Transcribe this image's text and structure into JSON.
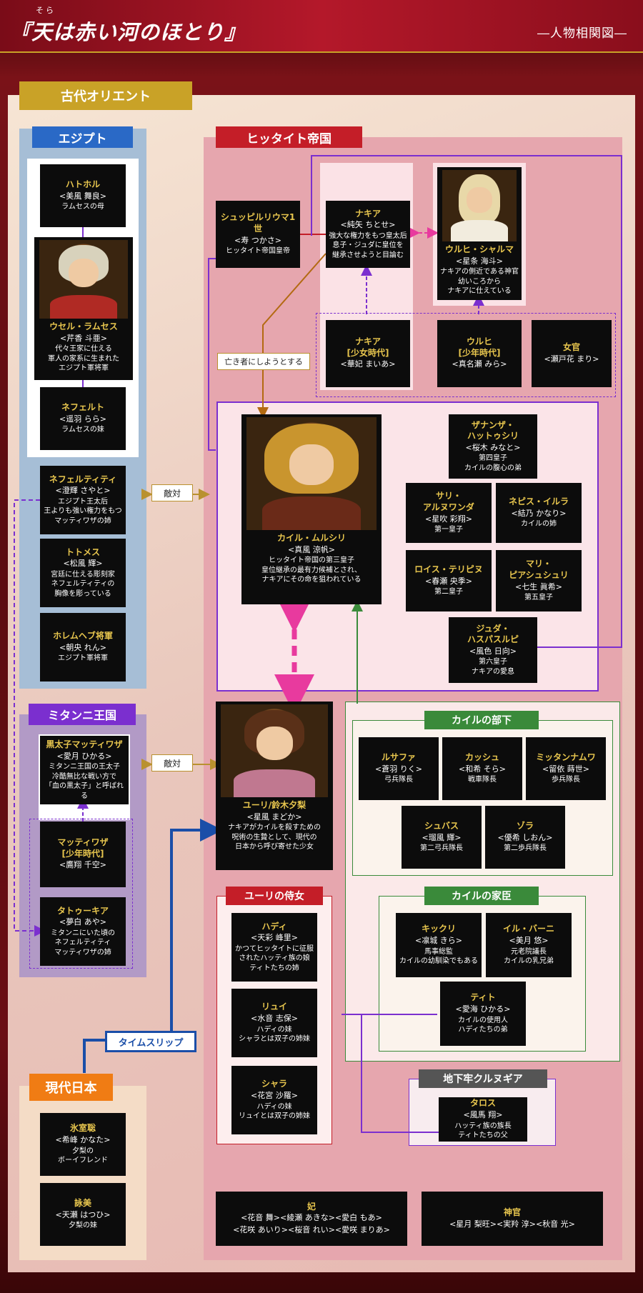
{
  "header": {
    "ruby": "そら",
    "title": "『天は赤い河のほとり』",
    "subtitle": "―人物相関図―"
  },
  "regions": {
    "ancient": "古代オリエント",
    "egypt": "エジプト",
    "hittite": "ヒッタイト帝国",
    "mitanni": "ミタンニ王国",
    "kail_men": "カイルの部下",
    "kail_vassals": "カイルの家臣",
    "yuri_maids": "ユーリの侍女",
    "dungeon": "地下牢クルヌギア",
    "modern": "現代日本"
  },
  "labels": {
    "enemy1": "敵対",
    "enemy2": "敵対",
    "kill": "亡き者にしようとする",
    "timeslip": "タイムスリップ"
  },
  "colors": {
    "accent_gold": "#e8c64e",
    "card": "#0c0c0c",
    "purple": "#7b2fcf",
    "pink": "#e83a9e",
    "green": "#3a8a3a",
    "blue": "#1a4ea8",
    "orange": "#b36a12",
    "red": "#c41e28"
  },
  "people": {
    "hathor": {
      "name": "ハトホル",
      "actor": "<美風 舞良>",
      "desc": "ラムセスの母"
    },
    "ramses": {
      "name": "ウセル・ラムセス",
      "actor": "<芹香 斗亜>",
      "desc": "代々王家に仕える\n軍人の家系に生まれた\nエジプト軍将軍"
    },
    "nefert": {
      "name": "ネフェルト",
      "actor": "<遥羽 らら>",
      "desc": "ラムセスの妹"
    },
    "nefertiti": {
      "name": "ネフェルティティ",
      "actor": "<澄輝 さやと>",
      "desc": "エジプト王太后\n王よりも強い権力をもつ\nマッティワザの姉"
    },
    "thutmose": {
      "name": "トトメス",
      "actor": "<松風 輝>",
      "desc": "宮廷に仕える彫刻家\nネフェルティティの\n胸像を彫っている"
    },
    "horemheb": {
      "name": "ホレムヘブ将軍",
      "actor": "<朝央 れん>",
      "desc": "エジプト軍将軍"
    },
    "mattiwaza": {
      "name": "黒太子マッティワザ",
      "actor": "<愛月 ひかる>",
      "desc": "ミタンニ王国の王太子\n冷酷無比な戦い方で\n「血の黒太子」と呼ばれる"
    },
    "mattiwaza_young": {
      "name": "マッティワザ\n[少年時代]",
      "actor": "<鷹翔 千空>",
      "desc": ""
    },
    "tatukhia": {
      "name": "タトゥーキア",
      "actor": "<夢白 あや>",
      "desc": "ミタンニにいた頃の\nネフェルティティ\nマッティワザの姉"
    },
    "suppiluliuma": {
      "name": "シュッピルリウマ1世",
      "actor": "<寿 つかさ>",
      "desc": "ヒッタイト帝国皇帝"
    },
    "nakia": {
      "name": "ナキア",
      "actor": "<純矢 ちとせ>",
      "desc": "強大な権力をもつ皇太后\n息子・ジュダに皇位を\n継承させようと目論む"
    },
    "urhi": {
      "name": "ウルヒ・シャルマ",
      "actor": "<星条 海斗>",
      "desc": "ナキアの側近である神官\n幼いころから\nナキアに仕えている"
    },
    "nakia_young": {
      "name": "ナキア\n[少女時代]",
      "actor": "<華妃 まいあ>",
      "desc": ""
    },
    "urhi_young": {
      "name": "ウルヒ\n[少年時代]",
      "actor": "<真名瀬 みら>",
      "desc": ""
    },
    "nyokan": {
      "name": "女官",
      "actor": "<瀬戸花 まり>",
      "desc": ""
    },
    "kail": {
      "name": "カイル・ムルシリ",
      "actor": "<真風 涼帆>",
      "desc": "ヒッタイト帝国の第三皇子\n皇位継承の最有力候補とされ、\nナキアにその命を狙われている"
    },
    "zananza": {
      "name": "ザナンザ・\nハットゥシリ",
      "actor": "<桜木 みなと>",
      "desc": "第四皇子\nカイルの腹心の弟"
    },
    "sari": {
      "name": "サリ・\nアルヌワンダ",
      "actor": "<星吹 彩翔>",
      "desc": "第一皇子"
    },
    "nebes": {
      "name": "ネピス・イルラ",
      "actor": "<結乃 かなり>",
      "desc": "カイルの姉"
    },
    "lois": {
      "name": "ロイス・テリピヌ",
      "actor": "<春瀬 央季>",
      "desc": "第二皇子"
    },
    "mari": {
      "name": "マリ・\nピアシュシュリ",
      "actor": "<七生 眞希>",
      "desc": "第五皇子"
    },
    "juda": {
      "name": "ジュダ・\nハスパスルピ",
      "actor": "<風色 日向>",
      "desc": "第六皇子\nナキアの愛息"
    },
    "yuri": {
      "name": "ユーリ/鈴木夕梨",
      "actor": "<星風 まどか>",
      "desc": "ナキアがカイルを殺すための\n呪術の生贄として、現代の\n日本から呼び寄せた少女"
    },
    "rusafa": {
      "name": "ルサファ",
      "actor": "<蒼羽 りく>",
      "desc": "弓兵隊長"
    },
    "kashu": {
      "name": "カッシュ",
      "actor": "<和希 そら>",
      "desc": "戦車隊長"
    },
    "mittannamuwa": {
      "name": "ミッタンナムワ",
      "actor": "<留依 蒔世>",
      "desc": "歩兵隊長"
    },
    "shubas": {
      "name": "シュバス",
      "actor": "<瑠風 輝>",
      "desc": "第二弓兵隊長"
    },
    "zora": {
      "name": "ゾラ",
      "actor": "<優希 しおん>",
      "desc": "第二歩兵隊長"
    },
    "kikkuli": {
      "name": "キックリ",
      "actor": "<凛城 きら>",
      "desc": "馬事総監\nカイルの幼馴染でもある"
    },
    "ilbani": {
      "name": "イル・バーニ",
      "actor": "<美月 悠>",
      "desc": "元老院議長\nカイルの乳兄弟"
    },
    "tito": {
      "name": "ティト",
      "actor": "<愛海 ひかる>",
      "desc": "カイルの使用人\nハディたちの弟"
    },
    "hadi": {
      "name": "ハディ",
      "actor": "<天彩 峰里>",
      "desc": "かつてヒッタイトに征服\nされたハッティ族の娘\nティトたちの姉"
    },
    "ryui": {
      "name": "リュイ",
      "actor": "<水音 志保>",
      "desc": "ハディの妹\nシャラとは双子の姉妹"
    },
    "shala": {
      "name": "シャラ",
      "actor": "<花宮 沙羅>",
      "desc": "ハディの妹\nリュイとは双子の姉妹"
    },
    "taros": {
      "name": "タロス",
      "actor": "<風馬 翔>",
      "desc": "ハッティ族の族長\nティトたちの父"
    },
    "himuro": {
      "name": "氷室聡",
      "actor": "<希峰 かなた>",
      "desc": "夕梨の\nボーイフレンド"
    },
    "eimi": {
      "name": "詠美",
      "actor": "<天瀬 はつひ>",
      "desc": "夕梨の妹"
    },
    "concubines": {
      "name": "妃",
      "actor": "<花音 舞><綾瀬 あきな><愛白 もあ>",
      "desc": "<花咲 あいり><桜音 れい><愛咲 まりあ>"
    },
    "priests": {
      "name": "神官",
      "actor": "<星月 梨旺><実羚 淳><秋音 光>",
      "desc": ""
    }
  }
}
